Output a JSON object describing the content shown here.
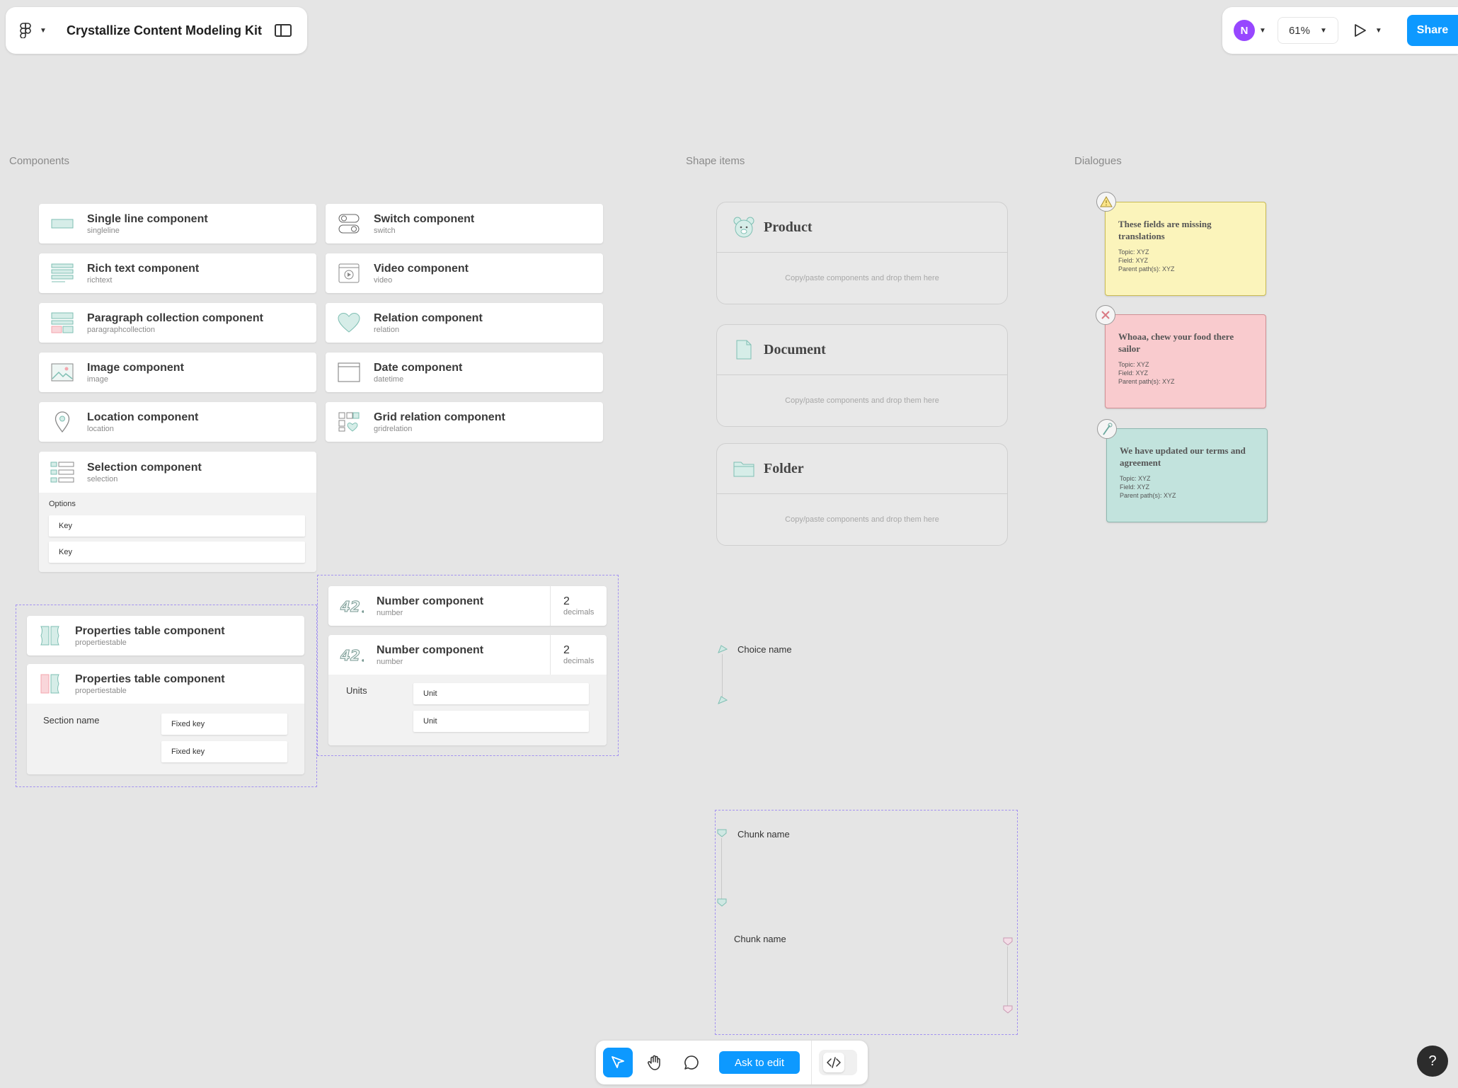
{
  "header": {
    "title": "Crystallize Content Modeling Kit"
  },
  "header_right": {
    "avatar_initial": "N",
    "zoom": "61%",
    "share_label": "Share"
  },
  "sections": {
    "components": "Components",
    "shapes": "Shape items",
    "dialogues": "Dialogues"
  },
  "components": [
    {
      "name": "Single line component",
      "sub": "singleline"
    },
    {
      "name": "Switch component",
      "sub": "switch"
    },
    {
      "name": "Rich text component",
      "sub": "richtext"
    },
    {
      "name": "Video component",
      "sub": "video"
    },
    {
      "name": "Paragraph collection component",
      "sub": "paragraphcollection"
    },
    {
      "name": "Relation component",
      "sub": "relation"
    },
    {
      "name": "Image component",
      "sub": "image"
    },
    {
      "name": "Date component",
      "sub": "datetime"
    },
    {
      "name": "Location component",
      "sub": "location"
    },
    {
      "name": "Grid relation component",
      "sub": "gridrelation"
    }
  ],
  "selection": {
    "name": "Selection component",
    "sub": "selection",
    "options_label": "Options",
    "keys": [
      "Key",
      "Key"
    ]
  },
  "properties": [
    {
      "name": "Properties table component",
      "sub": "propertiestable"
    },
    {
      "name": "Properties table component",
      "sub": "propertiestable"
    }
  ],
  "properties_detail": {
    "section_label": "Section name",
    "fixed_keys": [
      "Fixed key",
      "Fixed key"
    ]
  },
  "numbers": [
    {
      "name": "Number component",
      "sub": "number",
      "decimals": "2",
      "decimals_label": "decimals"
    },
    {
      "name": "Number component",
      "sub": "number",
      "decimals": "2",
      "decimals_label": "decimals"
    }
  ],
  "units": {
    "label": "Units",
    "items": [
      "Unit",
      "Unit"
    ]
  },
  "shapes": [
    {
      "title": "Product",
      "drop_hint": "Copy/paste components and drop them here"
    },
    {
      "title": "Document",
      "drop_hint": "Copy/paste components and drop them here"
    },
    {
      "title": "Folder",
      "drop_hint": "Copy/paste components and drop them here"
    }
  ],
  "dialogues": [
    {
      "title": "These fields are missing translations",
      "lines": [
        "Topic: XYZ",
        "Field: XYZ",
        "Parent path(s): XYZ"
      ],
      "color": "#fbf4bb",
      "border": "#c9bb55"
    },
    {
      "title": "Whoaa, chew your food there sailor",
      "lines": [
        "Topic: XYZ",
        "Field: XYZ",
        "Parent path(s): XYZ"
      ],
      "color": "#f9cbce",
      "border": "#d08f94"
    },
    {
      "title": "We have updated our terms and agreement",
      "lines": [
        "Topic: XYZ",
        "Field: XYZ",
        "Parent path(s): XYZ"
      ],
      "color": "#c2e3dd",
      "border": "#8fb8b0"
    }
  ],
  "choice": {
    "label": "Choice name"
  },
  "chunks": [
    {
      "label": "Chunk name"
    },
    {
      "label": "Chunk name"
    }
  ],
  "toolbar": {
    "ask_label": "Ask to edit"
  },
  "help": {
    "label": "?"
  },
  "colors": {
    "accent": "#0d99ff",
    "avatar": "#9747ff",
    "dashed": "#a493f0",
    "icon_teal": "#7fbfb3",
    "icon_pink": "#f4a6ae"
  }
}
